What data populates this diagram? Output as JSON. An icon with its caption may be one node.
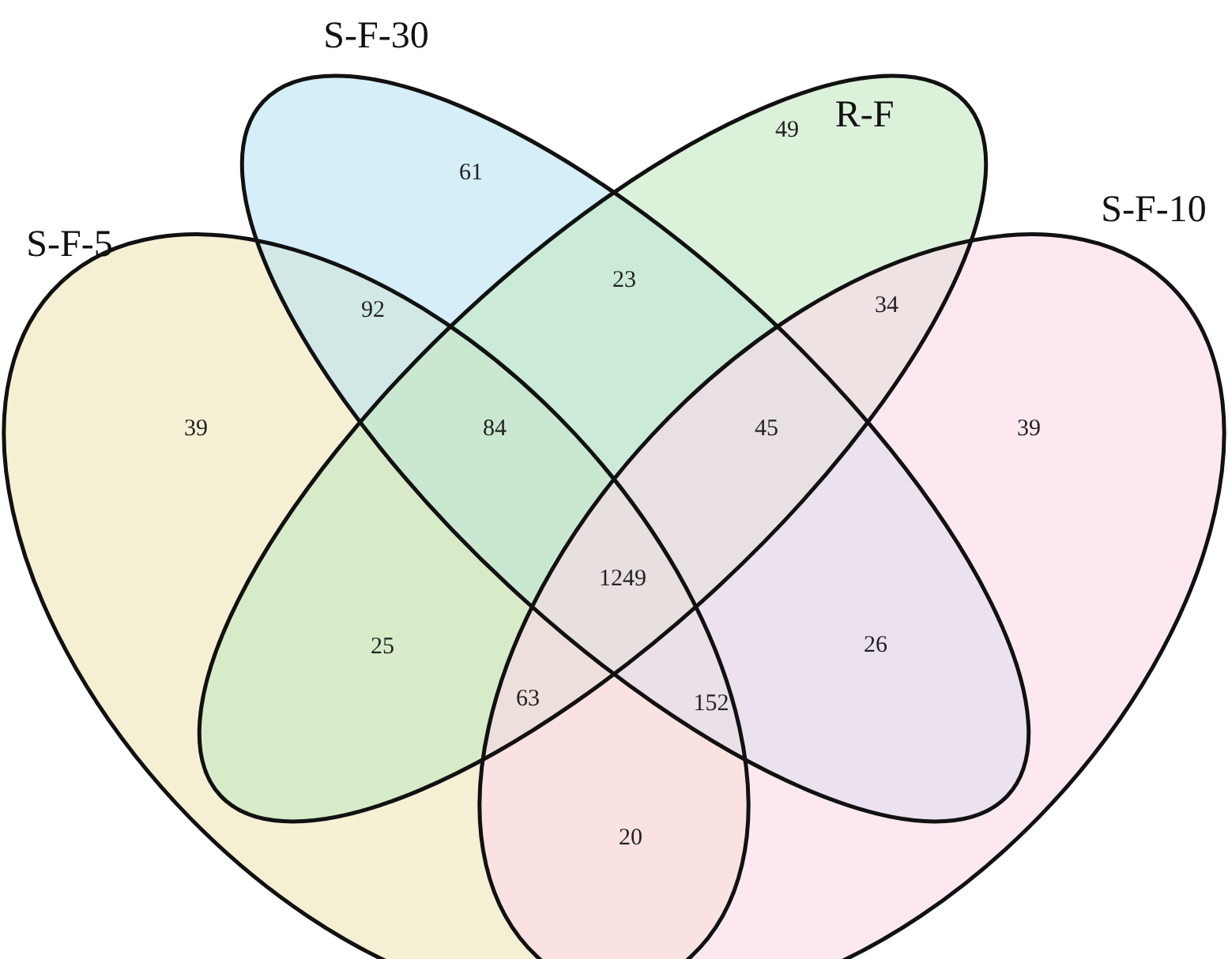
{
  "diagram": {
    "nodes": [
      {
        "text": [
          "S-F-5"
        ]
      },
      {
        "text": [
          "S-F-30"
        ]
      },
      {
        "text": [
          "R-F"
        ]
      },
      {
        "text": [
          "S-F-10"
        ]
      }
    ],
    "labels": [
      "61",
      "49",
      "92",
      "23",
      "34",
      "39",
      "84",
      "45",
      "39",
      "1249",
      "25",
      "26",
      "63",
      "152",
      "20"
    ]
  }
}
